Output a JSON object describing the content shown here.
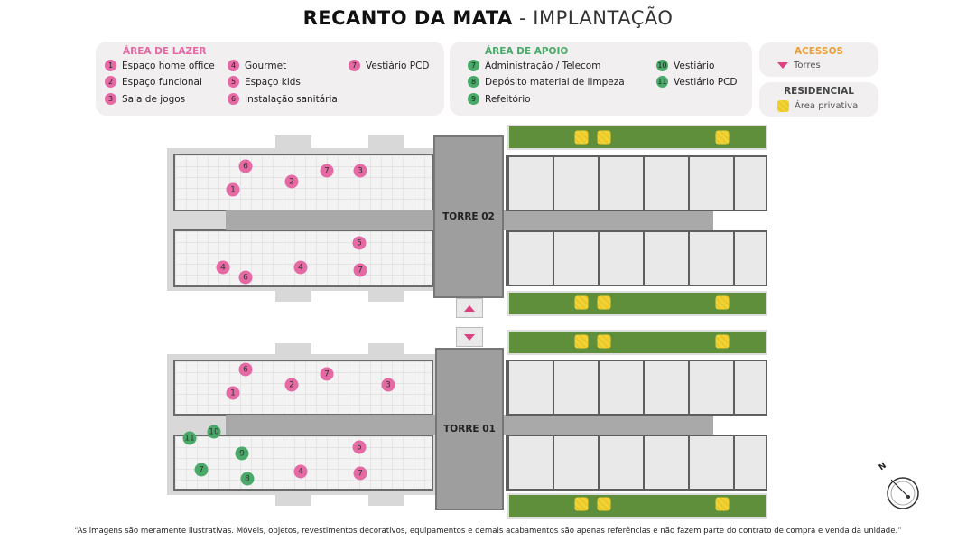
{
  "title": {
    "main": "RECANTO DA MATA",
    "separator": " - ",
    "sub": "IMPLANTAÇÃO"
  },
  "legend": {
    "lazer": {
      "heading": "ÁREA DE LAZER",
      "color": "#e56aa4",
      "items": [
        {
          "n": "1",
          "label": "Espaço home office"
        },
        {
          "n": "2",
          "label": "Espaço funcional"
        },
        {
          "n": "3",
          "label": "Sala de jogos"
        },
        {
          "n": "4",
          "label": "Gourmet"
        },
        {
          "n": "5",
          "label": "Espaço kids"
        },
        {
          "n": "6",
          "label": "Instalação sanitária"
        },
        {
          "n": "7",
          "label": "Vestiário PCD"
        }
      ]
    },
    "apoio": {
      "heading": "ÁREA DE APOIO",
      "color": "#49a968",
      "items": [
        {
          "n": "7",
          "label": "Administração / Telecom"
        },
        {
          "n": "8",
          "label": "Depósito material de limpeza"
        },
        {
          "n": "9",
          "label": "Refeitório"
        },
        {
          "n": "10",
          "label": "Vestiário"
        },
        {
          "n": "11",
          "label": "Vestiário PCD"
        }
      ]
    },
    "acessos": {
      "heading": "ACESSOS",
      "label": "Torres",
      "icon": "triangle-down-icon",
      "color": "#d9417f"
    },
    "residencial": {
      "heading": "RESIDENCIAL",
      "label": "Área privativa",
      "color": "#f2d333"
    }
  },
  "towers": {
    "torre02": {
      "label": "TORRE 02",
      "markers": [
        "1",
        "6",
        "2",
        "7",
        "3",
        "4",
        "4",
        "6",
        "5",
        "7"
      ]
    },
    "torre01": {
      "label": "TORRE 01",
      "markers": [
        "6",
        "1",
        "2",
        "7",
        "3",
        "4",
        "5",
        "7"
      ],
      "support_markers": [
        "11",
        "10",
        "9",
        "7",
        "8"
      ]
    }
  },
  "compass": {
    "label": "N"
  },
  "disclaimer": "“As imagens são meramente ilustrativas. Móveis, objetos, revestimentos decorativos, equipamentos e demais  acabamentos são apenas referências e não fazem parte do contrato de compra e venda da unidade.”"
}
